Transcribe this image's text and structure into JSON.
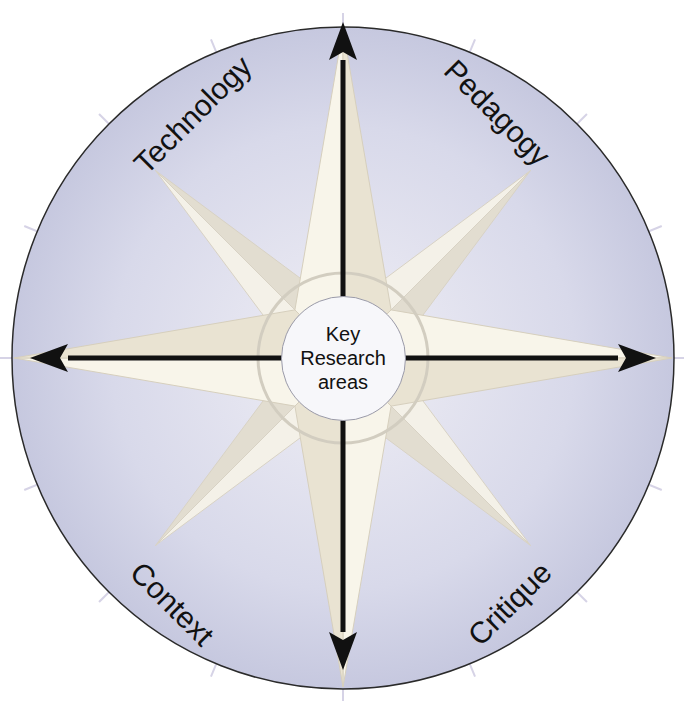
{
  "diagram": {
    "nodes": [
      {
        "text": [
          "Key Research areas"
        ]
      }
    ],
    "labels": [
      "Technology",
      "Pedagogy",
      "Context",
      "Critique"
    ]
  }
}
